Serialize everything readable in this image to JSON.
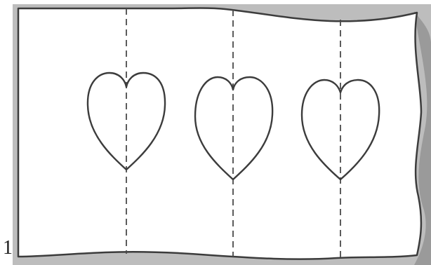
{
  "figure": {
    "step_number": "1",
    "colors": {
      "background_shading": "#bdbdbd",
      "paper": "#ffffff",
      "outline": "#3c3c3c",
      "fold_line": "#4a4a4a"
    },
    "fold_line_style": "dashed",
    "heart_count": 3,
    "panel_count": 4,
    "icons": [
      "paper-strip-icon",
      "heart-outline-icon",
      "dashed-fold-line-icon"
    ]
  }
}
